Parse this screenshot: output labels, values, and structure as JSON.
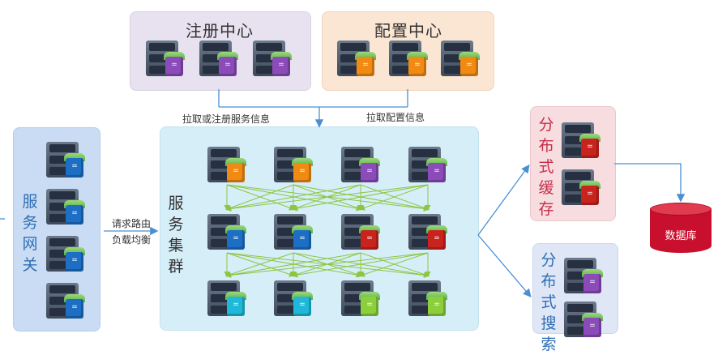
{
  "colors": {
    "registry_bg": "#e7e1f0",
    "config_bg": "#fbe6d4",
    "gateway_bg": "#c9dcf3",
    "cluster_bg": "#d6eef8",
    "cache_bg": "#f7dde0",
    "search_bg": "#dfe6f6",
    "purple": "#8b4bb8",
    "orange": "#f08a12",
    "blue": "#1c6fc4",
    "red": "#c9231d",
    "cyan": "#1fb8d8",
    "green": "#8ccf3d",
    "database": "#c8102e"
  },
  "icons": [
    "server-icon",
    "database-icon",
    "arrow-icon"
  ],
  "diagram": {
    "registry": {
      "title": "注册中心",
      "servers": [
        "purple",
        "purple",
        "purple"
      ]
    },
    "config": {
      "title": "配置中心",
      "servers": [
        "orange",
        "orange",
        "orange"
      ]
    },
    "gateway": {
      "title": "服务网关",
      "servers": [
        "blue",
        "blue",
        "blue",
        "blue"
      ]
    },
    "cluster": {
      "title": "服务集群",
      "rows": [
        [
          "orange",
          "orange",
          "purple",
          "purple"
        ],
        [
          "blue",
          "blue",
          "red",
          "red"
        ],
        [
          "cyan",
          "cyan",
          "green",
          "green"
        ]
      ]
    },
    "cache": {
      "title": "分布式缓存",
      "servers": [
        "red",
        "red"
      ]
    },
    "search": {
      "title": "分布式搜索",
      "servers": [
        "purple",
        "purple"
      ]
    },
    "database": {
      "label": "数据库"
    },
    "edges": {
      "register_label": "拉取或注册服务信息",
      "config_label": "拉取配置信息",
      "route_label_1": "请求路由",
      "route_label_2": "负载均衡"
    }
  }
}
